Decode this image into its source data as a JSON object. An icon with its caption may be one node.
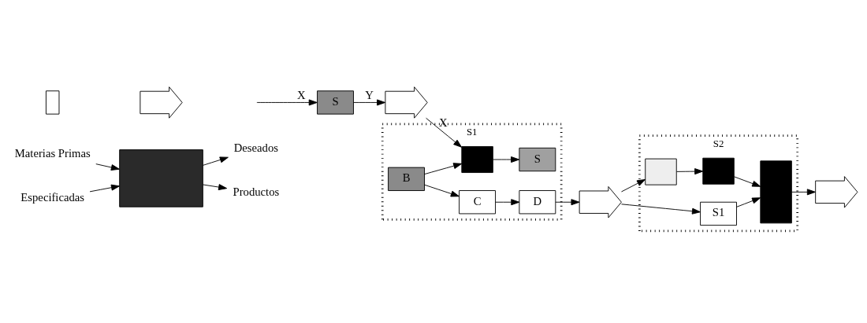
{
  "diagram": {
    "nodes": [
      {
        "text": [
          "Materias Primas"
        ]
      },
      {
        "text": [
          "Especificadas"
        ]
      },
      {
        "text": [],
        "shape": "box"
      },
      {
        "text": [
          "Productos"
        ]
      },
      {
        "text": [
          "Deseados"
        ]
      },
      {
        "text": [],
        "shape": "box"
      },
      {
        "text": [],
        "shape": "arrow"
      },
      {
        "text": [
          "S"
        ]
      },
      {
        "text": [],
        "shape": "arrow"
      },
      {
        "text": [
          "S1"
        ]
      },
      {
        "text": [],
        "shape": "box",
        "in": 9
      },
      {
        "text": [
          "S"
        ],
        "in": 9
      },
      {
        "text": [
          "D"
        ],
        "in": 9
      },
      {
        "text": [
          "B"
        ],
        "in": 9
      },
      {
        "text": [
          "C"
        ],
        "in": 9
      },
      {
        "text": [],
        "shape": "arrow"
      },
      {
        "text": [
          "S2"
        ]
      },
      {
        "text": [],
        "shape": "box",
        "in": 16
      },
      {
        "text": [],
        "shape": "box",
        "in": 16
      },
      {
        "text": [
          "S1"
        ],
        "in": 16
      },
      {
        "text": [],
        "shape": "bar",
        "in": 16
      },
      {
        "text": [],
        "shape": "arrow"
      }
    ],
    "edges": [
      {
        "from": 0,
        "to": 2,
        "arrow": "to"
      },
      {
        "from": 1,
        "to": 2,
        "arrow": "to"
      },
      {
        "from": 2,
        "to": 3,
        "arrow": "to"
      },
      {
        "from": 2,
        "to": 4,
        "arrow": "to"
      },
      {
        "from": null,
        "to": 7,
        "arrow": "to",
        "label": "X"
      },
      {
        "from": 7,
        "to": 8,
        "arrow": "to",
        "label": "Y"
      },
      {
        "from": 8,
        "to": 10,
        "arrow": "to",
        "label": "X"
      },
      {
        "from": 13,
        "to": 10,
        "arrow": "to"
      },
      {
        "from": 10,
        "to": 11,
        "arrow": "to"
      },
      {
        "from": 13,
        "to": 14,
        "arrow": "to"
      },
      {
        "from": 14,
        "to": 12,
        "arrow": "to"
      },
      {
        "from": 12,
        "to": 15,
        "arrow": "to"
      },
      {
        "from": 15,
        "to": 17,
        "arrow": "to"
      },
      {
        "from": 15,
        "to": 19,
        "arrow": "to"
      },
      {
        "from": 17,
        "to": 18,
        "arrow": "to"
      },
      {
        "from": 18,
        "to": 20,
        "arrow": "to"
      },
      {
        "from": 19,
        "to": 20,
        "arrow": "to"
      },
      {
        "from": 20,
        "to": 21,
        "arrow": "to"
      }
    ]
  }
}
